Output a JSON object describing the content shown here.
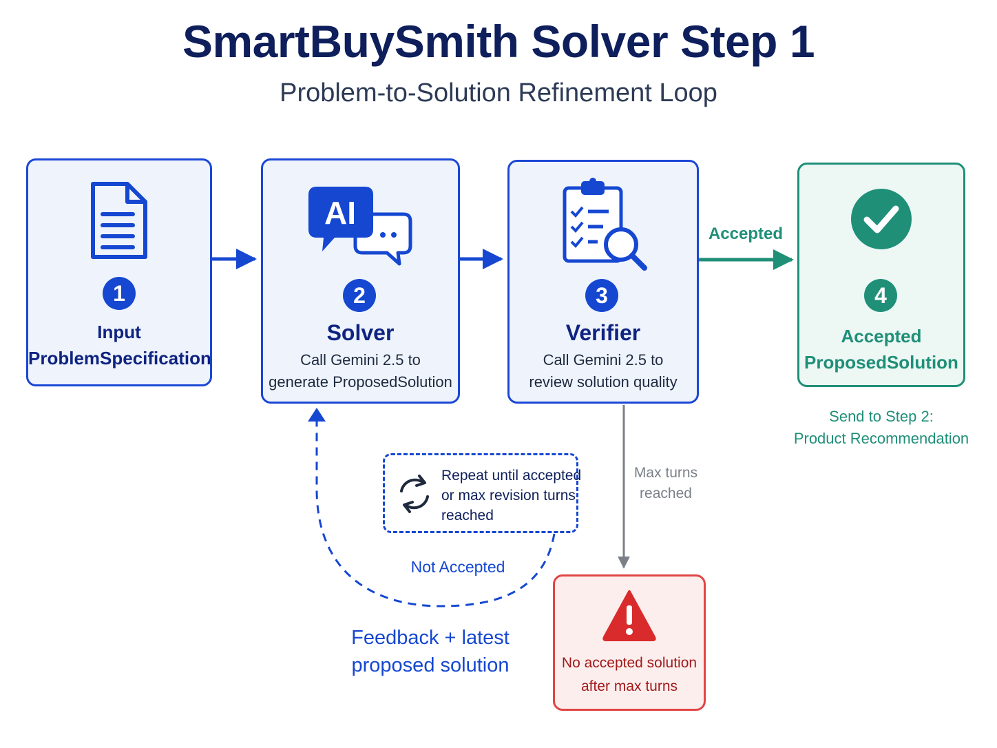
{
  "title": "SmartBuySmith Solver Step 1",
  "subtitle": "Problem-to-Solution Refinement Loop",
  "steps": [
    {
      "number": "1",
      "title_line1": "Input",
      "title_line2": "ProblemSpecification",
      "icon": "document-icon"
    },
    {
      "number": "2",
      "title": "Solver",
      "desc_line1": "Call Gemini 2.5 to",
      "desc_line2": "generate ProposedSolution",
      "icon": "ai-chat-icon",
      "icon_text": "AI"
    },
    {
      "number": "3",
      "title": "Verifier",
      "desc_line1": "Call Gemini 2.5 to",
      "desc_line2": "review solution quality",
      "icon": "clipboard-search-icon"
    },
    {
      "number": "4",
      "title_line1": "Accepted",
      "title_line2": "ProposedSolution",
      "icon": "check-circle-icon"
    }
  ],
  "edges": {
    "accepted": "Accepted",
    "send_line1": "Send to Step 2:",
    "send_line2": "Product Recommendation",
    "max_turns_line1": "Max turns",
    "max_turns_line2": "reached",
    "not_accepted": "Not Accepted",
    "feedback_line1": "Feedback + latest",
    "feedback_line2": "proposed solution"
  },
  "loop_note": {
    "line1": "Repeat until accepted",
    "line2": "or max revision turns",
    "line3": "reached",
    "icon": "refresh-icon"
  },
  "failure": {
    "line1": "No accepted solution",
    "line2": "after max turns",
    "icon": "warning-icon"
  },
  "colors": {
    "blue": "#1547d1",
    "navy": "#0f1f5c",
    "green": "#1f8f78",
    "red": "#e04545",
    "gray": "#7b8088"
  }
}
